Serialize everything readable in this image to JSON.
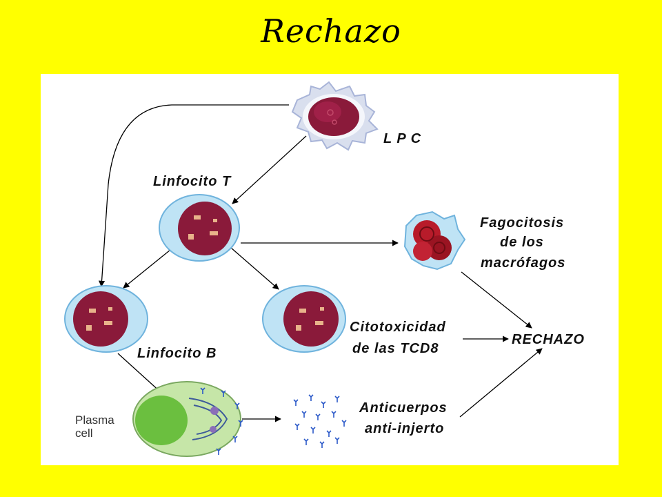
{
  "title": "Rechazo",
  "colors": {
    "background": "#ffff00",
    "panel": "#ffffff",
    "cell_halo": "#bfe3f5",
    "cell_border": "#6fb3dd",
    "nucleus": "#8a1a3a",
    "nucleus_highlight": "#e8b38a",
    "macrophage": "#b81b2a",
    "plasma_cytoplasm": "#c6e6a8",
    "plasma_nucleus": "#6bbf3f",
    "antibody": "#2a58c8",
    "arrow": "#000000"
  },
  "labels": {
    "lpc": "L P C",
    "linfocito_t": "Linfocito T",
    "linfocito_b": "Linfocito B",
    "fagocitosis_1": "Fagocitosis",
    "fagocitosis_2": "de los",
    "fagocitosis_3": "macrófagos",
    "citotoxicidad_1": "Citotoxicidad",
    "citotoxicidad_2": "de las TCD8",
    "rechazo": "RECHAZO",
    "anticuerpos_1": "Anticuerpos",
    "anticuerpos_2": "anti-injerto",
    "plasma_1": "Plasma",
    "plasma_2": "cell"
  }
}
